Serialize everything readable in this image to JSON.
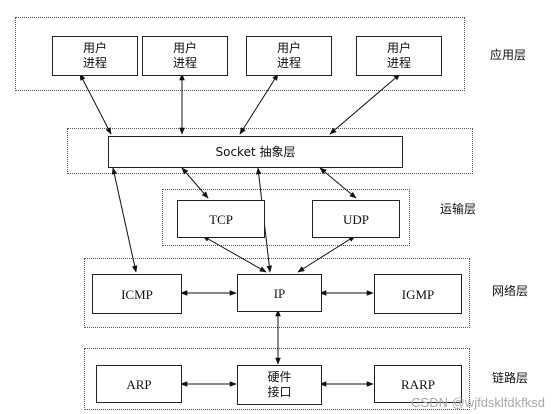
{
  "layers": {
    "application": "应用层",
    "transport": "运输层",
    "network": "网络层",
    "link": "链路层"
  },
  "nodes": {
    "user_process_1": "用户\n进程",
    "user_process_2": "用户\n进程",
    "user_process_3": "用户\n进程",
    "user_process_4": "用户\n进程",
    "socket": "Socket 抽象层",
    "tcp": "TCP",
    "udp": "UDP",
    "icmp": "ICMP",
    "ip": "IP",
    "igmp": "IGMP",
    "arp": "ARP",
    "hardware": "硬件\n接口",
    "rarp": "RARP"
  },
  "watermark": "CSDN @wjfdsklfdkfksd"
}
